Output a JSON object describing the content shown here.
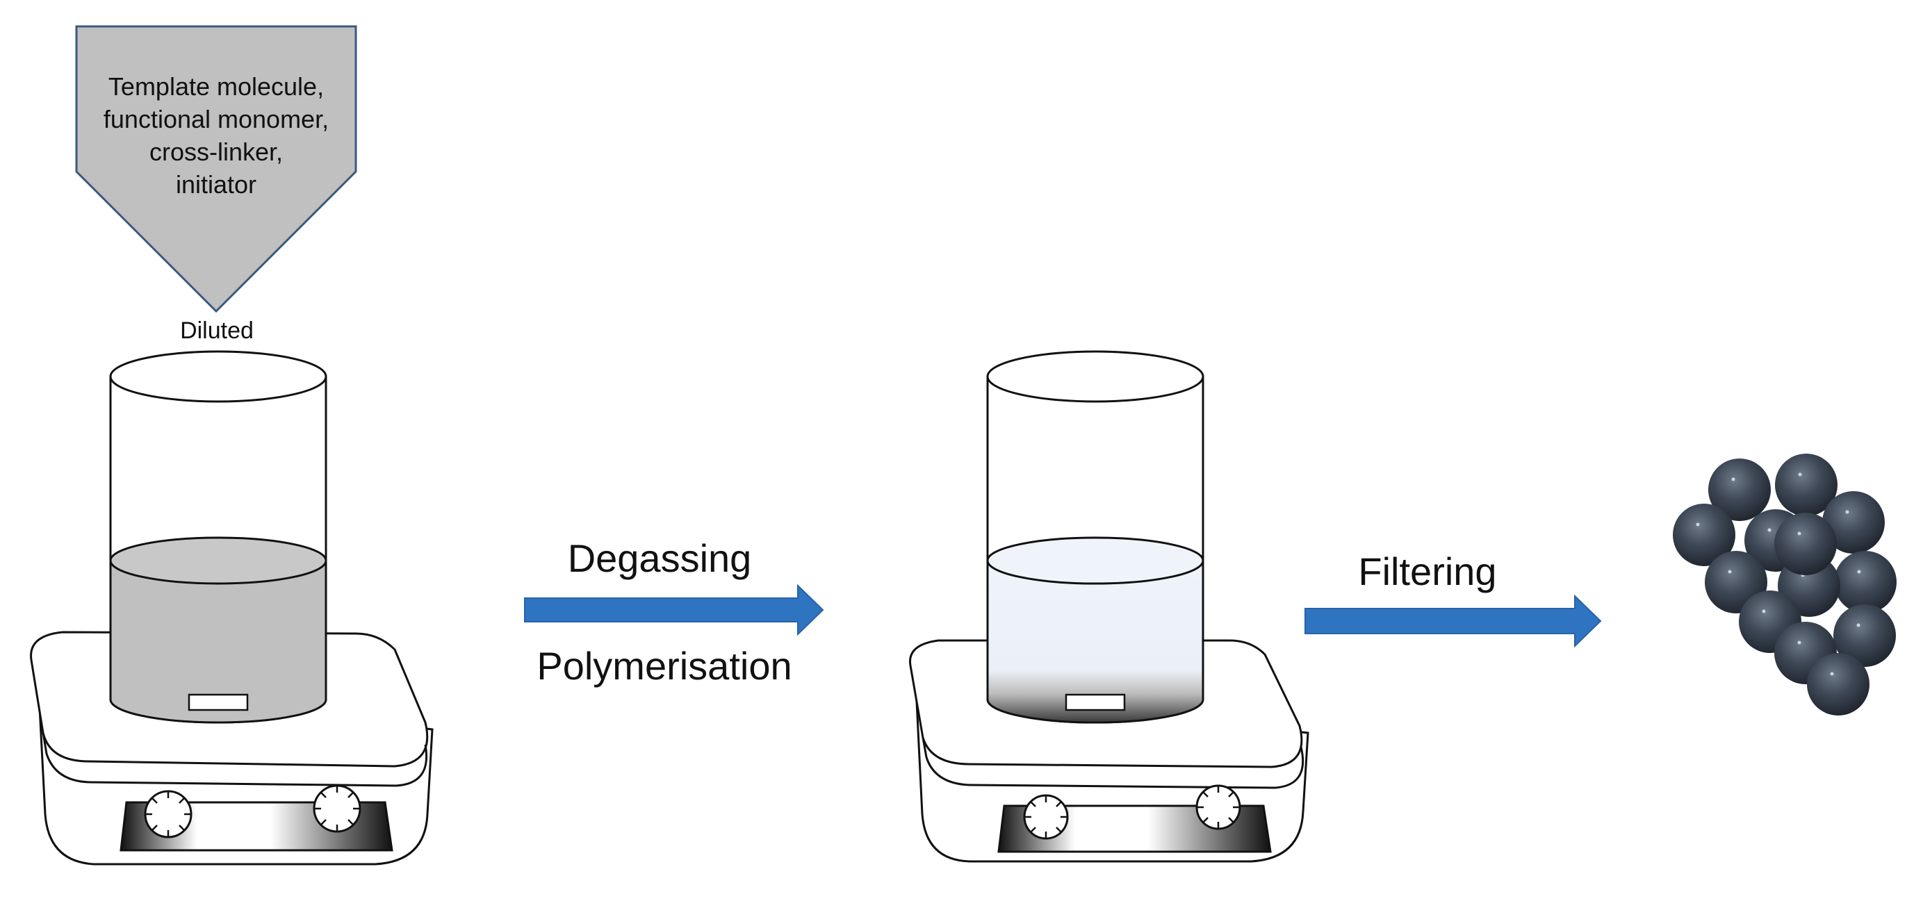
{
  "funnel": {
    "lines": [
      "Template molecule,",
      "functional monomer,",
      "cross-linker,",
      "initiator"
    ]
  },
  "diluted_label": "Diluted",
  "steps": {
    "degassing": "Degassing",
    "polymerisation": "Polymerisation",
    "filtering": "Filtering"
  },
  "colors": {
    "funnel_fill": "#c0c0c0",
    "funnel_stroke": "#3a5a80",
    "arrow": "#2f74c0",
    "liquid_initial": "#c0c0c0",
    "liquid_final": "#edf3f8",
    "bead": "#3a4451"
  }
}
